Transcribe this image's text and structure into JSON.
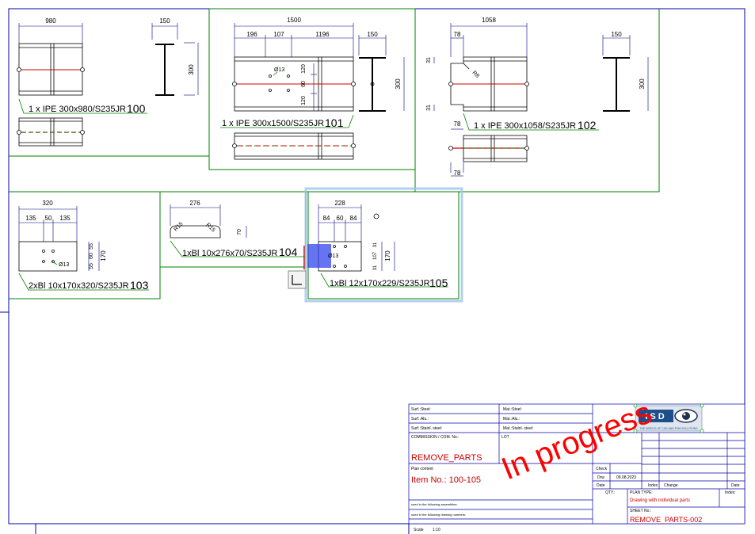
{
  "colors": {
    "frame": "#0000aa",
    "part_frame": "#008000",
    "dim": "#000080",
    "weld": "#cc0000",
    "stamp": "#ff0000",
    "selection": "#3344ee"
  },
  "parts": {
    "p100": {
      "label": "1 x IPE 300x980/S235JR",
      "number": "100",
      "dims": {
        "length": "980",
        "width": "150",
        "height": "300"
      }
    },
    "p101": {
      "label": "1 x IPE 300x1500/S235JR",
      "number": "101",
      "dims": {
        "length": "1500",
        "a": "196",
        "b": "107",
        "c": "1196",
        "width": "150",
        "height": "300",
        "hole": "Ø13",
        "v1": "120",
        "v2": "60",
        "v3": "120"
      }
    },
    "p102": {
      "label": "1 x IPE 300x1058/S235JR",
      "number": "102",
      "dims": {
        "length": "1058",
        "cut": "78",
        "width": "150",
        "height": "300",
        "r": "R8",
        "v1": "31",
        "v2": "31",
        "b1": "78",
        "b2": "78"
      }
    },
    "p103": {
      "label": "2xBl 10x170x320/S235JR",
      "number": "103",
      "dims": {
        "length": "320",
        "a": "135",
        "b": "50",
        "c": "135",
        "hole": "Ø13",
        "v1": "55",
        "v2": "60",
        "v3": "55",
        "height": "170"
      }
    },
    "p104": {
      "label": "1xBl 10x276x70/S235JR",
      "number": "104",
      "dims": {
        "length": "276",
        "r1": "R15",
        "r2": "R15",
        "height": "70"
      }
    },
    "p105": {
      "label": "1xBl 12x170x229/S235JR",
      "number": "105",
      "dims": {
        "length": "228",
        "a": "84",
        "b": "60",
        "c": "84",
        "hole": "Ø13",
        "v1": "31",
        "v2": "107",
        "v3": "31",
        "height": "170"
      }
    }
  },
  "titleblock": {
    "surf_steel": "Surf.:Steel:",
    "mat_steel": "Mat.:Steel:",
    "surf_alu": "Surf.:Alu.:",
    "mat_alu": "Mat.:Alu.:",
    "surf_stainl": "Surf.:Stainl. steel:",
    "mat_stainl": "Mat.:Stainl. steel:",
    "commission_label": "COMMISSION / COM. No.:",
    "lot_label": "LOT",
    "commission_value": "REMOVE_PARTS",
    "plan_content_label": "Plan content",
    "plan_content_value": "Item No.: 100-105",
    "check": "Check",
    "drw": "Drw",
    "drw_date": "09.08.2023",
    "date": "Date",
    "index": "Index",
    "change": "Change",
    "date2": "Date",
    "qty": "QTY.:",
    "plan_type_label": "PLAN TYPE:",
    "plan_type_value": "Drawing with individual parts",
    "index2": "Index:",
    "used_assemblies": "used in the following assemblies:",
    "used_drawings": "used in the following drawing numbers:",
    "sheet_label": "SHEET No.:",
    "sheet_value": "REMOVE_PARTS-002",
    "scale_label": "Scale",
    "scale_value": "1:10",
    "logo_text": "ISD",
    "logo_sub": "THE WORLD OF CAD AND PDM SOLUTIONS"
  },
  "stamp": "In progress"
}
